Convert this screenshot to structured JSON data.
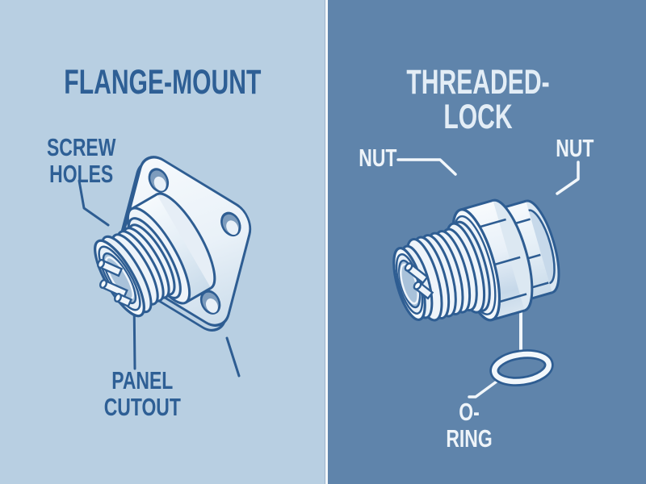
{
  "left_panel": {
    "title": "FLANGE-MOUNT",
    "labels": {
      "screw_holes": "SCREW\nHOLES",
      "panel_cutout": "PANEL\nCUTOUT"
    }
  },
  "right_panel": {
    "title": "THREADED-LOCK",
    "labels": {
      "nut_left": "NUT",
      "nut_right": "NUT",
      "o_ring": "O-RING"
    }
  },
  "colors": {
    "left_background": "#b8cfe2",
    "right_background": "#5f84ab",
    "outline_navy": "#2e5d92",
    "left_text": "#2e5f95",
    "right_text": "#eef4f9",
    "divider": "#f4f8fb",
    "metal_light": "#f3f8fc",
    "metal_shade": "#c9dbea",
    "recess_blue": "#a9c2da"
  }
}
